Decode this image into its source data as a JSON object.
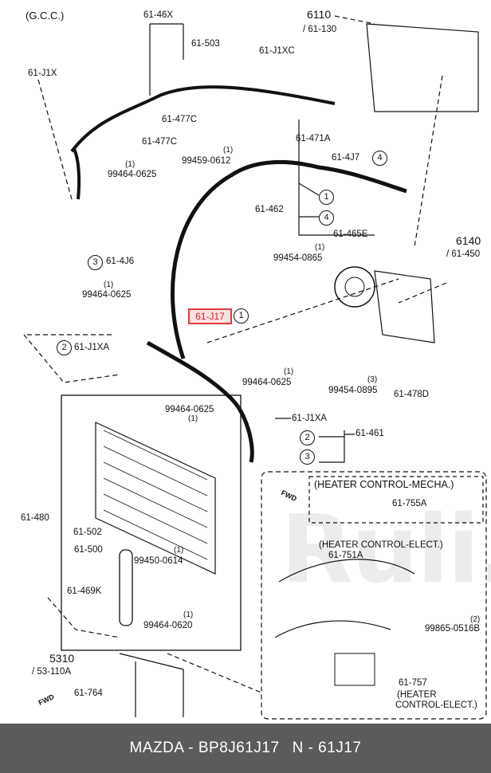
{
  "diagram": {
    "gcc_label": "(G.C.C.)",
    "ref_6110": "6110",
    "ref_6110_sub": "/ 61-130",
    "ref_6140": "6140",
    "ref_6140_sub": "/ 61-450",
    "ref_5310": "5310",
    "ref_5310_sub": "/ 53-110A",
    "parts": {
      "p61_46x": "61-46X",
      "p61_j1x": "61-J1X",
      "p61_503": "61-503",
      "p61_j1xc": "61-J1XC",
      "p61_477c_a": "61-477C",
      "p61_477c_b": "61-477C",
      "p61_471a": "61-471A",
      "p99459": "99459-0612",
      "p99464_a": "99464-0625",
      "p61_4j7": "61-4J7",
      "p61_462": "61-462",
      "p61_465e": "61-465E",
      "p99454_0865": "99454-0865",
      "p61_4j6": "61-4J6",
      "p99464_b": "99464-0625",
      "p61_j1xa": "61-J1XA",
      "p61_j17": "61-J17",
      "p99464_c": "99464-0625",
      "p99454_0895": "99454-0895",
      "p61_478d": "61-478D",
      "p99464_d": "99464-0625",
      "p61_j1xa_b": "61-J1XA",
      "p61_461": "61-461",
      "p61_480": "61-480",
      "p61_502": "61-502",
      "p61_500": "61-500",
      "p99450": "99450-0614",
      "p61_469k": "61-469K",
      "p99464_e": "99464-0620",
      "p61_764": "61-764",
      "p61_755a": "61-755A",
      "p61_751a": "61-751A",
      "p99865": "99865-0516B",
      "p61_757": "61-757"
    },
    "qty": {
      "one": "(1)",
      "two": "(2)",
      "three": "(3)"
    },
    "circled": {
      "c1": "1",
      "c2": "2",
      "c3": "3",
      "c4": "4"
    },
    "heater_mecha": "(HEATER CONTROL-MECHA.)",
    "heater_elect": "(HEATER CONTROL-ELECT.)",
    "heater_elect2a": "(HEATER",
    "heater_elect2b": "CONTROL-ELECT.)",
    "fwd": "FWD",
    "watermark": "Ruli.ru"
  },
  "footer": {
    "brand_part": "MAZDA - BP8J61J17",
    "ref": "N - 61J17"
  }
}
